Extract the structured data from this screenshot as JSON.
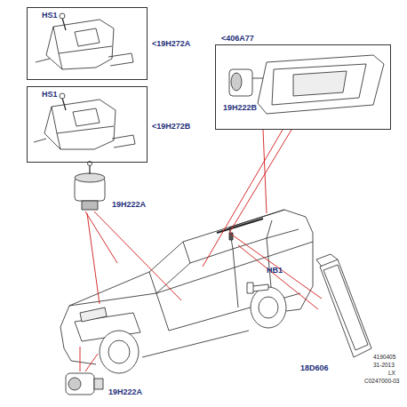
{
  "diagram": {
    "nodes": [
      {
        "text": [
          "HS1",
          "<19H272A"
        ]
      },
      {
        "text": [
          "HS1",
          "<19H272B"
        ]
      },
      {
        "text": [
          "19H222B",
          "<406A77"
        ]
      }
    ],
    "labels": [
      "19H222A",
      "19H222A",
      "HB1",
      "18D606",
      "4190405",
      "31-2013",
      "LX",
      "C0247000-03"
    ]
  }
}
